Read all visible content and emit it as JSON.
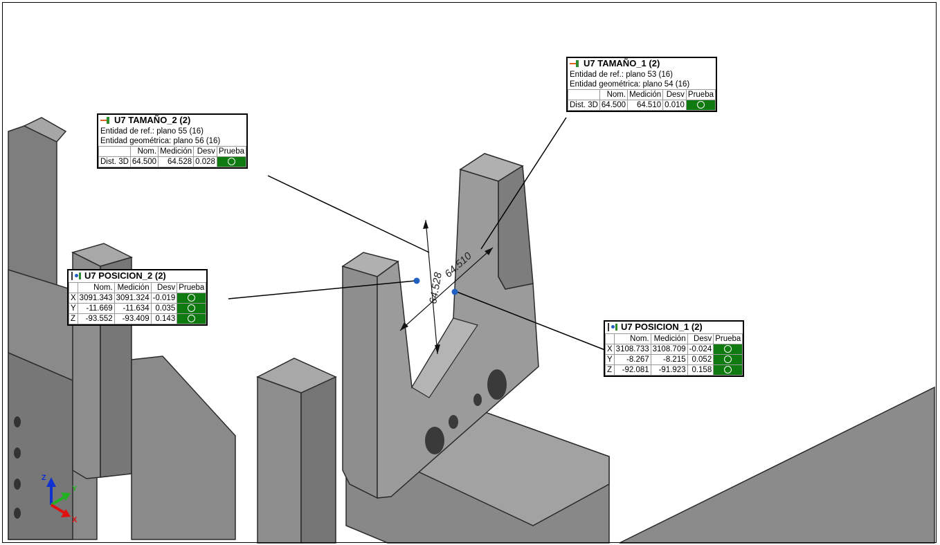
{
  "labels": {
    "tam1": {
      "title": "U7 TAMAÑO_1 (2)",
      "ref": "Entidad de ref.: plano 53 (16)",
      "geo": "Entidad geométrica: plano 54 (16)",
      "headers": [
        "Nom.",
        "Medición",
        "Desv",
        "Prueba"
      ],
      "row": {
        "name": "Dist. 3D",
        "nom": "64.500",
        "med": "64.510",
        "desv": "0.010"
      }
    },
    "tam2": {
      "title": "U7 TAMAÑO_2 (2)",
      "ref": "Entidad de ref.: plano 55 (16)",
      "geo": "Entidad geométrica: plano 56 (16)",
      "headers": [
        "Nom.",
        "Medición",
        "Desv",
        "Prueba"
      ],
      "row": {
        "name": "Dist. 3D",
        "nom": "64.500",
        "med": "64.528",
        "desv": "0.028"
      }
    },
    "pos2": {
      "title": "U7 POSICION_2 (2)",
      "headers": [
        "Nom.",
        "Medición",
        "Desv",
        "Prueba"
      ],
      "rows": [
        {
          "axis": "X",
          "nom": "3091.343",
          "med": "3091.324",
          "desv": "-0.019"
        },
        {
          "axis": "Y",
          "nom": "-11.669",
          "med": "-11.634",
          "desv": "0.035"
        },
        {
          "axis": "Z",
          "nom": "-93.552",
          "med": "-93.409",
          "desv": "0.143"
        }
      ]
    },
    "pos1": {
      "title": "U7 POSICION_1 (2)",
      "headers": [
        "Nom.",
        "Medición",
        "Desv",
        "Prueba"
      ],
      "rows": [
        {
          "axis": "X",
          "nom": "3108.733",
          "med": "3108.709",
          "desv": "-0.024"
        },
        {
          "axis": "Y",
          "nom": "-8.267",
          "med": "-8.215",
          "desv": "0.052"
        },
        {
          "axis": "Z",
          "nom": "-92.081",
          "med": "-91.923",
          "desv": "0.158"
        }
      ]
    }
  },
  "dimensions": {
    "d1": "64.528",
    "d2": "64.510"
  },
  "axes": {
    "x": "X",
    "y": "Y",
    "z": "Z"
  },
  "colors": {
    "pass": "#0f7a0f",
    "part": "#8c8c8c",
    "x_axis": "#e01010",
    "y_axis": "#20b020",
    "z_axis": "#1030d0"
  }
}
